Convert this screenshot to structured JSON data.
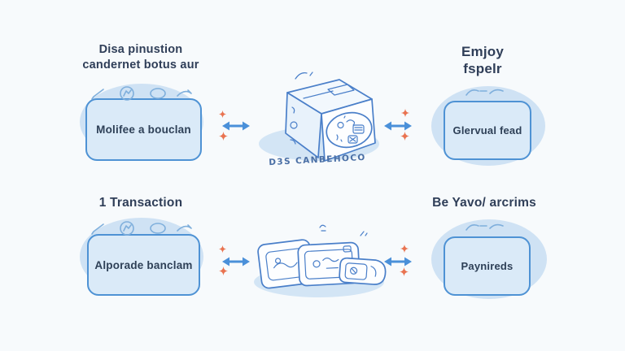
{
  "colors": {
    "background": "#f7fafc",
    "blob": "#cfe2f4",
    "shadow_blue": "#d3e5f5",
    "box_fill": "#daeaf8",
    "box_border": "#4e92d4",
    "heading_text": "#2f3e58",
    "box_text": "#2e4057",
    "arrow_blue": "#4a90d9",
    "sparkle_orange": "#e97350",
    "sketch_blue": "#4a7fc9",
    "sketch_light": "#7fafdc",
    "caption_text": "#4a6fa5"
  },
  "top_left": {
    "heading_line1": "Disa pinustion",
    "heading_line2": "candernet botus aur",
    "box_label": "Molifee a bouclan"
  },
  "top_center": {
    "caption": "D3S CANBEHOCO"
  },
  "top_right": {
    "heading_line1": "Emjoy",
    "heading_line2": "fspelr",
    "box_label": "Glervual fead"
  },
  "bottom_left": {
    "heading": "1 Transaction",
    "box_label": "Alporade banclam"
  },
  "bottom_right": {
    "heading": "Be Yavo/ arcrims",
    "box_label": "Paynireds"
  }
}
